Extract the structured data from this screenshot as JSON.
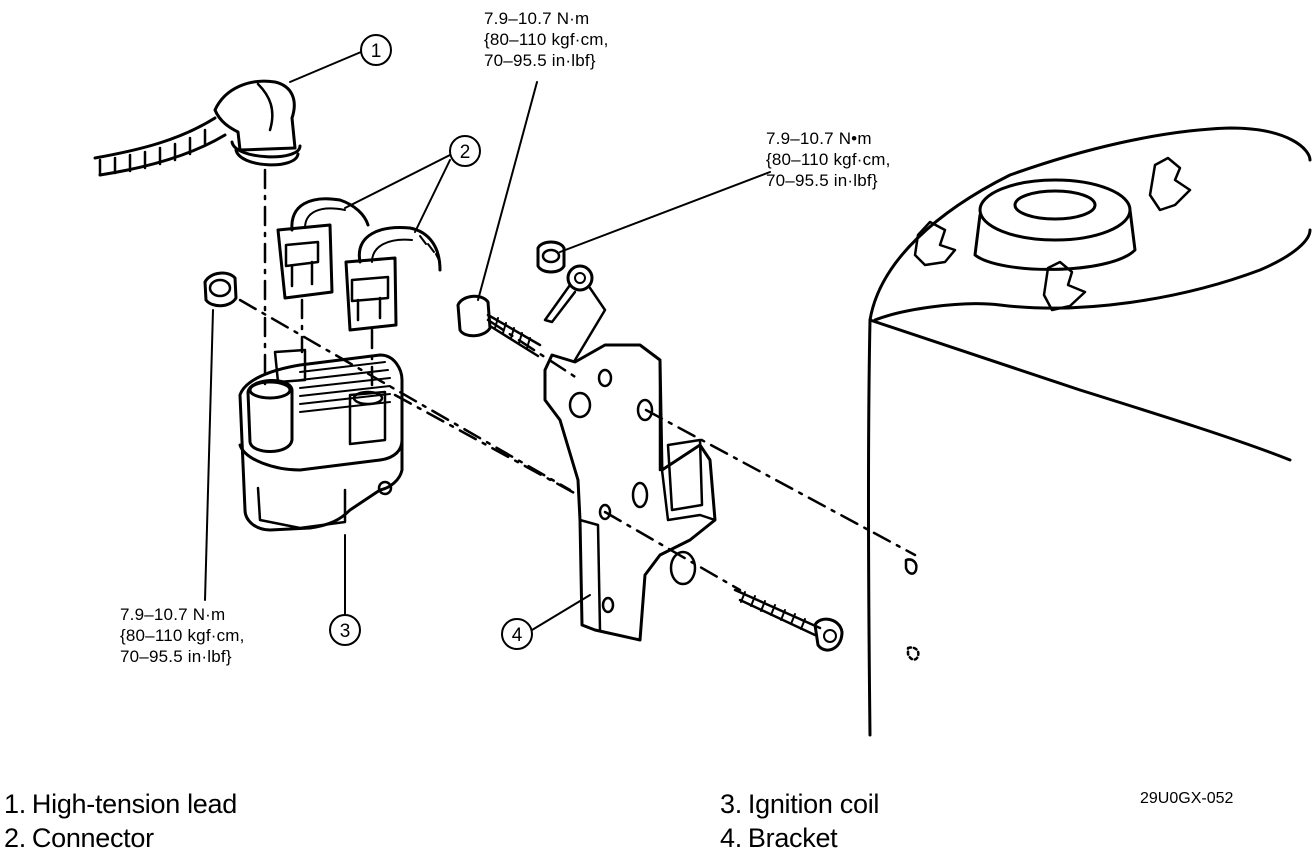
{
  "callouts": [
    "1",
    "2",
    "3",
    "4"
  ],
  "torque_specs": {
    "top": [
      "7.9–10.7 N·m",
      "{80–110 kgf·cm,",
      "70–95.5 in·lbf}"
    ],
    "right": [
      "7.9–10.7 N•m",
      "{80–110 kgf·cm,",
      "70–95.5 in·lbf}"
    ],
    "left": [
      "7.9–10.7 N·m",
      "{80–110 kgf·cm,",
      "70–95.5 in·lbf}"
    ]
  },
  "legend": [
    {
      "num": "1.",
      "label": "High-tension lead"
    },
    {
      "num": "2.",
      "label": "Connector"
    },
    {
      "num": "3.",
      "label": "Ignition coil"
    },
    {
      "num": "4.",
      "label": "Bracket"
    }
  ],
  "figure_code": "29U0GX-052"
}
